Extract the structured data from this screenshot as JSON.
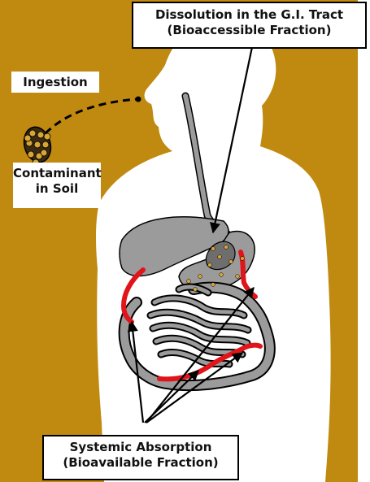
{
  "colors": {
    "background": "#c08a10",
    "body": "#ffffff",
    "organ": "#9b9b9b",
    "organ_dark": "#6e6e6e",
    "absorption": "#e0141a",
    "contaminant": "#d6a535",
    "outline": "#000000"
  },
  "labels": {
    "dissolution": {
      "line1": "Dissolution in the G.I. Tract",
      "line2": "(Bioaccessible Fraction)"
    },
    "ingestion": {
      "text": "Ingestion"
    },
    "contaminant": {
      "line1": "Contaminant",
      "line2": "in Soil"
    },
    "absorption": {
      "line1": "Systemic Absorption",
      "line2": "(Bioavailable Fraction)"
    }
  },
  "icons": [
    "soil-particle-cluster-icon",
    "human-torso-silhouette",
    "digestive-tract-illustration"
  ]
}
